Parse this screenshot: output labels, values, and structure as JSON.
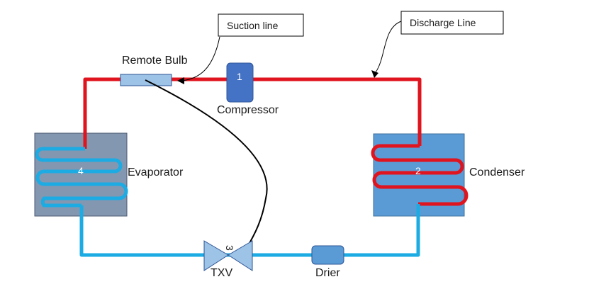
{
  "callouts": {
    "suction_line": "Suction line",
    "discharge_line": "Discharge Line"
  },
  "labels": {
    "remote_bulb": "Remote Bulb",
    "compressor": "Compressor",
    "evaporator": "Evaporator",
    "condenser": "Condenser",
    "txv": "TXV",
    "drier": "Drier"
  },
  "numbers": {
    "compressor": "1",
    "condenser": "2",
    "txv": "3",
    "evaporator": "4"
  },
  "colors": {
    "hot_line": "#e0141e",
    "cold_line": "#1cabe2",
    "compressor": "#4472c4",
    "evaporator_box": "#8497b0",
    "condenser_box": "#5b9bd5",
    "remote_bulb": "#9dc3e6",
    "drier": "#5b9bd5",
    "txv": "#9dc3e6"
  }
}
